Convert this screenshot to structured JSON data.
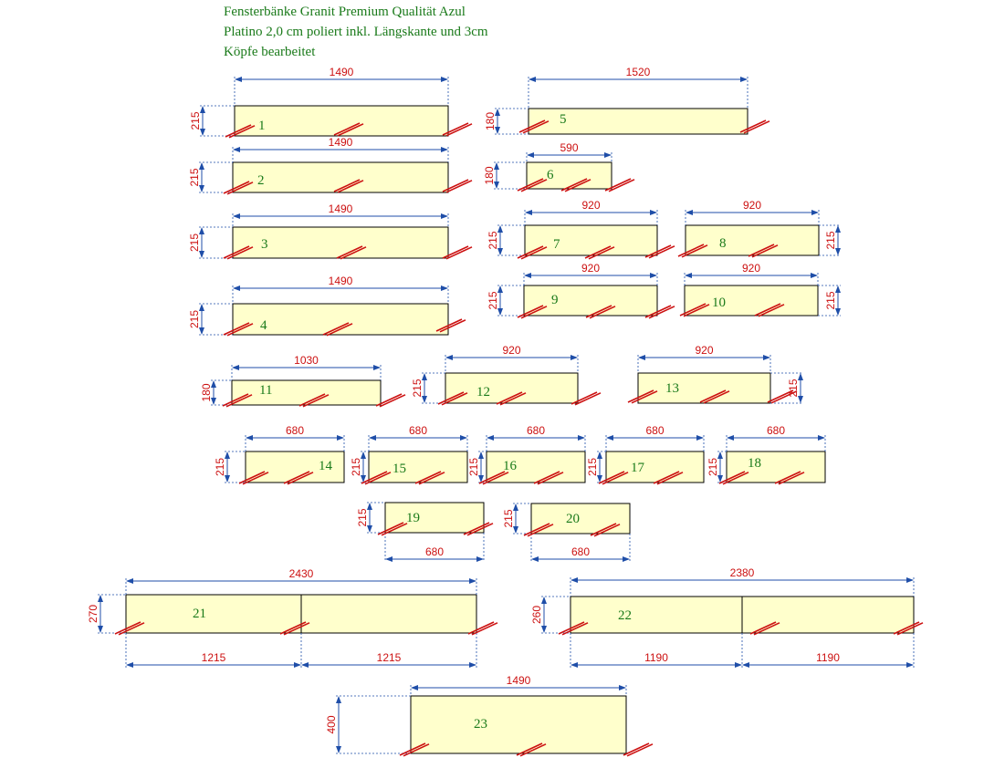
{
  "title": {
    "lines": [
      "Fensterbänke Granit Premium Qualität Azul",
      "Platino 2,0 cm poliert inkl. Längskante und 3cm",
      "Köpfe bearbeitet"
    ]
  },
  "colors": {
    "slab_fill": "#ffffcc",
    "slab_stroke": "#000000",
    "dimension_line": "#1f4ea8",
    "dimension_text": "#cc1111",
    "edge_mark": "#cc1111",
    "label_text": "#1a7a1a"
  },
  "slabs": [
    {
      "id": "1",
      "length": "1490",
      "depth": "215"
    },
    {
      "id": "2",
      "length": "1490",
      "depth": "215"
    },
    {
      "id": "3",
      "length": "1490",
      "depth": "215"
    },
    {
      "id": "4",
      "length": "1490",
      "depth": "215"
    },
    {
      "id": "5",
      "length": "1520",
      "depth": "180"
    },
    {
      "id": "6",
      "length": "590",
      "depth": "180"
    },
    {
      "id": "7",
      "length": "920",
      "depth": "215"
    },
    {
      "id": "8",
      "length": "920",
      "depth": "215"
    },
    {
      "id": "9",
      "length": "920",
      "depth": "215"
    },
    {
      "id": "10",
      "length": "920",
      "depth": "215"
    },
    {
      "id": "11",
      "length": "1030",
      "depth": "180"
    },
    {
      "id": "12",
      "length": "920",
      "depth": "215"
    },
    {
      "id": "13",
      "length": "920",
      "depth": "215"
    },
    {
      "id": "14",
      "length": "680",
      "depth": "215"
    },
    {
      "id": "15",
      "length": "680",
      "depth": "215"
    },
    {
      "id": "16",
      "length": "680",
      "depth": "215"
    },
    {
      "id": "17",
      "length": "680",
      "depth": "215"
    },
    {
      "id": "18",
      "length": "680",
      "depth": "215"
    },
    {
      "id": "19",
      "length": "680",
      "depth": "215"
    },
    {
      "id": "20",
      "length": "680",
      "depth": "215"
    },
    {
      "id": "21",
      "length": "2430",
      "depth": "270",
      "segments": [
        "1215",
        "1215"
      ]
    },
    {
      "id": "22",
      "length": "2380",
      "depth": "260",
      "segments": [
        "1190",
        "1190"
      ]
    },
    {
      "id": "23",
      "length": "1490",
      "depth": "400"
    }
  ]
}
